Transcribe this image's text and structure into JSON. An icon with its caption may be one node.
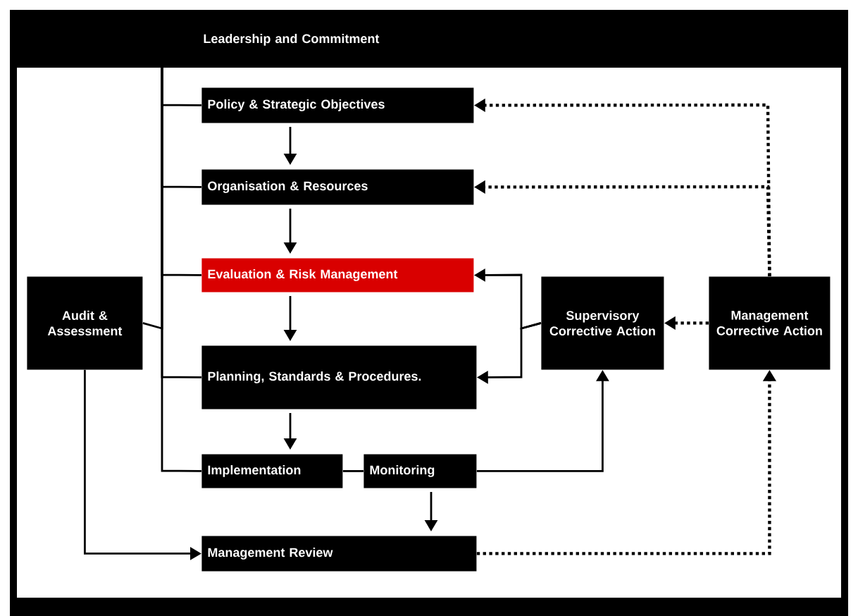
{
  "diagram": {
    "nodes": [
      {
        "text": [
          "Leadership and Commitment"
        ]
      },
      {
        "text": [
          "Policy & Strategic Objectives"
        ]
      },
      {
        "text": [
          "Organisation & Resources"
        ]
      },
      {
        "text": [
          "Evaluation & Risk Management"
        ]
      },
      {
        "text": [
          "Audit & Assessment"
        ]
      },
      {
        "text": [
          "Supervisory Corrective Action"
        ]
      },
      {
        "text": [
          "Management Corrective Action"
        ]
      },
      {
        "text": [
          "Planning, Standards & Procedures."
        ]
      },
      {
        "text": [
          "Implementation"
        ]
      },
      {
        "text": [
          "Monitoring"
        ]
      },
      {
        "text": [
          "Management Review"
        ]
      }
    ],
    "edges": [
      {
        "from": 0,
        "to": 1,
        "arrow": "none"
      },
      {
        "from": 0,
        "to": 2,
        "arrow": "none"
      },
      {
        "from": 0,
        "to": 3,
        "arrow": "none"
      },
      {
        "from": 0,
        "to": 7,
        "arrow": "none"
      },
      {
        "from": 0,
        "to": 8,
        "arrow": "none"
      },
      {
        "from": 4,
        "to": 0,
        "arrow": "none"
      },
      {
        "from": 1,
        "to": 2,
        "arrow": "to"
      },
      {
        "from": 2,
        "to": 3,
        "arrow": "to"
      },
      {
        "from": 3,
        "to": 7,
        "arrow": "to"
      },
      {
        "from": 7,
        "to": 8,
        "arrow": "to"
      },
      {
        "from": 8,
        "to": 9,
        "arrow": "none"
      },
      {
        "from": 9,
        "to": 10,
        "arrow": "to"
      },
      {
        "from": 4,
        "to": 10,
        "arrow": "to"
      },
      {
        "from": 9,
        "to": 5,
        "arrow": "to"
      },
      {
        "from": 5,
        "to": 3,
        "arrow": "to"
      },
      {
        "from": 5,
        "to": 7,
        "arrow": "to"
      },
      {
        "from": 6,
        "to": 5,
        "arrow": "to",
        "style": "dashed"
      },
      {
        "from": 6,
        "to": 1,
        "arrow": "to",
        "style": "dashed"
      },
      {
        "from": 6,
        "to": 2,
        "arrow": "to",
        "style": "dashed"
      },
      {
        "from": 10,
        "to": 6,
        "arrow": "to",
        "style": "dashed"
      }
    ]
  }
}
